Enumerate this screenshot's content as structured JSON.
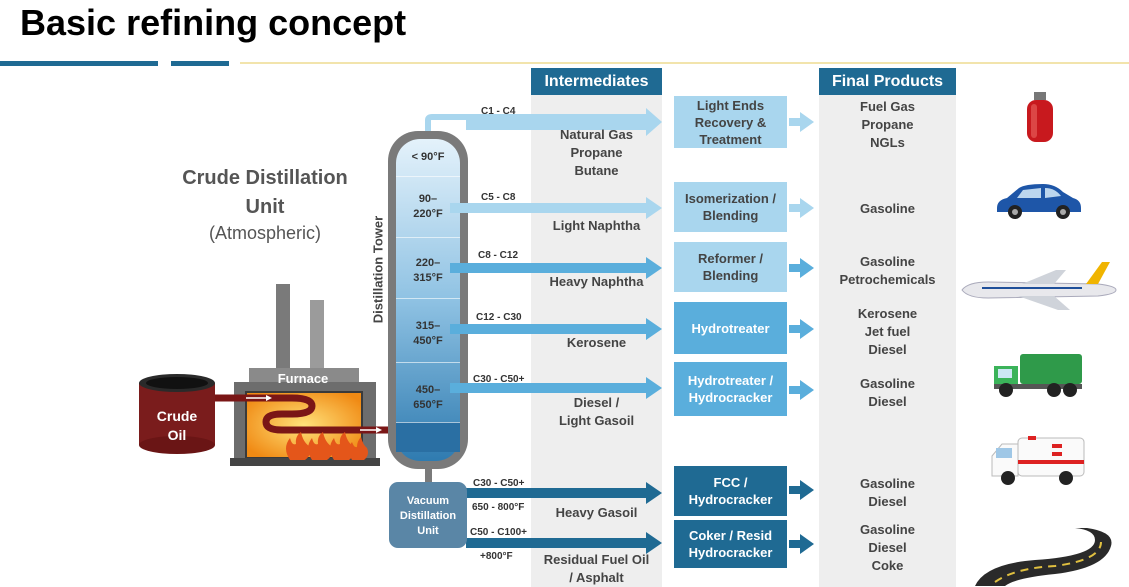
{
  "title": "Basic refining concept",
  "headers": {
    "intermediates": "Intermediates",
    "final_products": "Final Products"
  },
  "cdu": {
    "title_line1": "Crude Distillation",
    "title_line2": "Unit",
    "subtitle": "(Atmospheric)"
  },
  "tower_label": "Distillation Tower",
  "furnace_label": "Furnace",
  "crude_label_1": "Crude",
  "crude_label_2": "Oil",
  "vacuum_unit": {
    "l1": "Vacuum",
    "l2": "Distillation",
    "l3": "Unit"
  },
  "trays": [
    {
      "l1": "< 90°F",
      "l2": ""
    },
    {
      "l1": "90–",
      "l2": "220°F"
    },
    {
      "l1": "220–",
      "l2": "315°F"
    },
    {
      "l1": "315–",
      "l2": "450°F"
    },
    {
      "l1": "450–",
      "l2": "650°F"
    }
  ],
  "streams": [
    {
      "range": "C1 - C4",
      "temp": "",
      "intermediate": [
        "Natural Gas",
        "Propane",
        "Butane"
      ],
      "process": [
        "Light Ends",
        "Recovery &",
        "Treatment"
      ],
      "products": [
        "Fuel Gas",
        "Propane",
        "NGLs"
      ]
    },
    {
      "range": "C5 - C8",
      "temp": "",
      "intermediate": [
        "Light Naphtha"
      ],
      "process": [
        "Isomerization /",
        "Blending"
      ],
      "products": [
        "Gasoline"
      ]
    },
    {
      "range": "C8 - C12",
      "temp": "",
      "intermediate": [
        "Heavy Naphtha"
      ],
      "process": [
        "Reformer /",
        "Blending"
      ],
      "products": [
        "Gasoline",
        "Petrochemicals"
      ]
    },
    {
      "range": "C12 - C30",
      "temp": "",
      "intermediate": [
        "Kerosene"
      ],
      "process": [
        "Hydrotreater"
      ],
      "products": [
        "Kerosene",
        "Jet fuel",
        "Diesel"
      ]
    },
    {
      "range": "C30 - C50+",
      "temp": "",
      "intermediate": [
        "Diesel /",
        "Light Gasoil"
      ],
      "process": [
        "Hydrotreater /",
        "Hydrocracker"
      ],
      "products": [
        "Gasoline",
        "Diesel"
      ]
    },
    {
      "range": "C30 - C50+",
      "temp": "650 - 800°F",
      "intermediate": [
        "Heavy Gasoil"
      ],
      "process": [
        "FCC /",
        "Hydrocracker"
      ],
      "products": [
        "Gasoline",
        "Diesel"
      ]
    },
    {
      "range": "C50 - C100+",
      "temp": "+800°F",
      "intermediate": [
        "Residual Fuel Oil",
        "/ Asphalt"
      ],
      "process": [
        "Coker / Resid",
        "Hydrocracker"
      ],
      "products": [
        "Gasoline",
        "Diesel",
        "Coke"
      ]
    }
  ],
  "icons": [
    "propane-tank-icon",
    "car-icon",
    "airplane-icon",
    "garbage-truck-icon",
    "ambulance-icon",
    "road-icon"
  ],
  "colors": {
    "accent": "#1f6a93",
    "light_process": "#a9d6ee",
    "mid_process": "#5aaedc",
    "dark_process": "#1f6a93",
    "band": "#eeeeee"
  }
}
